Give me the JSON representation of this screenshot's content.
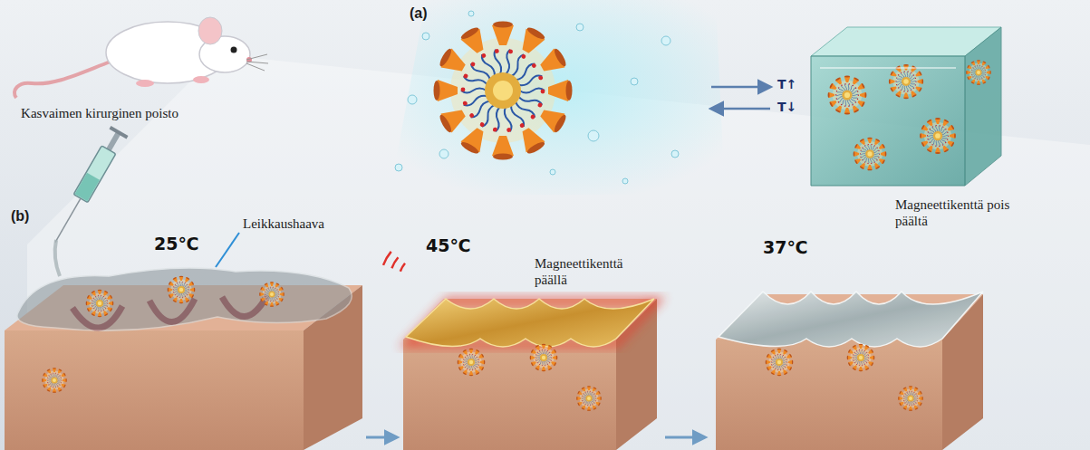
{
  "diagram": {
    "nodes": [
      {
        "text": [
          "25℃"
        ]
      },
      {
        "text": [
          "45℃",
          "Magneettikenttä päällä"
        ]
      },
      {
        "text": [
          "37℃",
          "Magneettikenttä pois päältä"
        ]
      }
    ],
    "edges": [
      {
        "from": 0,
        "to": 1,
        "arrow": "to"
      },
      {
        "from": 1,
        "to": 2,
        "arrow": "to"
      }
    ],
    "labels": [
      "(a)",
      "T↑",
      "T↓",
      "(b)",
      "Kasvaimen kirurginen poisto",
      "Leikkaushaava"
    ]
  }
}
